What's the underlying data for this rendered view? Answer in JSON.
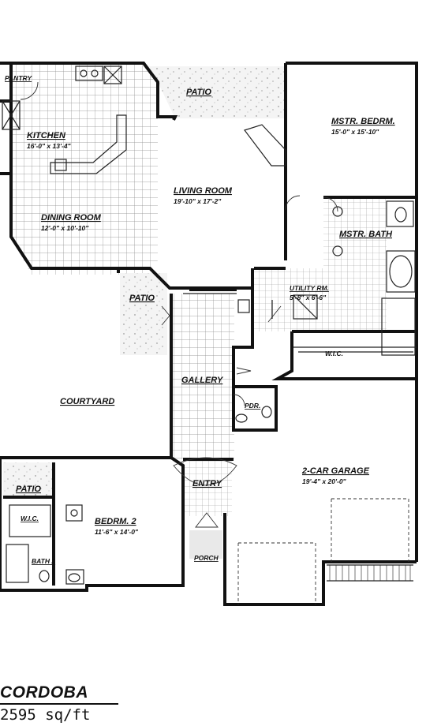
{
  "plan": {
    "name": "CORDOBA",
    "area": "2595 sq/ft"
  },
  "rooms": {
    "pantry": "PANTRY",
    "kitchen": {
      "name": "KITCHEN",
      "size": "16'-0\" x 13'-4\""
    },
    "dining": {
      "name": "DINING ROOM",
      "size": "12'-0\" x 10'-10\""
    },
    "patio_top": "PATIO",
    "living": {
      "name": "LIVING ROOM",
      "size": "19'-10\" x 17'-2\""
    },
    "master_bed": {
      "name": "MSTR. BEDRM.",
      "size": "15'-0\" x 15'-10\""
    },
    "master_bath": "MSTR. BATH",
    "utility": {
      "name": "UTILITY RM.",
      "size": "5'-8\" x 6'-6\""
    },
    "wic_master": "W.I.C.",
    "patio_mid": "PATIO",
    "gallery": "GALLERY",
    "courtyard": "COURTYARD",
    "powder": "PDR.",
    "garage": {
      "name": "2-CAR GARAGE",
      "size": "19'-4\" x 20'-0\""
    },
    "entry": "ENTRY",
    "patio_low": "PATIO",
    "bed2": {
      "name": "BEDRM. 2",
      "size": "11'-6\" x 14'-0\""
    },
    "wic2": "W.I.C.",
    "bath2": "BATH 2",
    "porch": "PORCH"
  }
}
